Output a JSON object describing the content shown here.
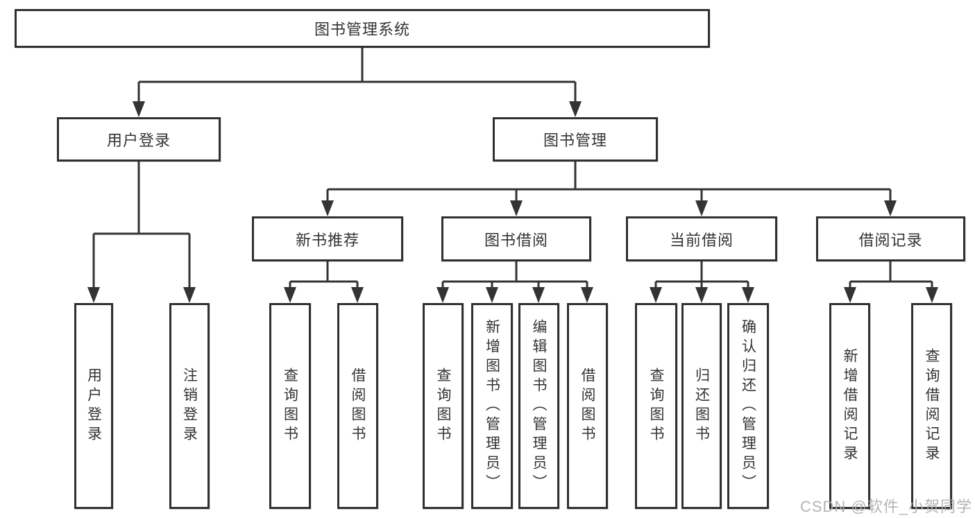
{
  "nodes": {
    "root": "图书管理系统",
    "user_login": "用户登录",
    "book_mgmt": "图书管理",
    "new_books": "新书推荐",
    "book_borrow": "图书借阅",
    "current_borrow": "当前借阅",
    "borrow_records": "借阅记录",
    "ul_login": "用户登录",
    "ul_logout": "注销登录",
    "nb_query": "查询图书",
    "nb_borrow": "借阅图书",
    "bb_query": "查询图书",
    "bb_add": "新增图书（管理员）",
    "bb_edit": "编辑图书（管理员）",
    "bb_borrow": "借阅图书",
    "cb_query": "查询图书",
    "cb_return": "归还图书",
    "cb_confirm": "确认归还（管理员）",
    "br_add": "新增借阅记录",
    "br_query": "查询借阅记录"
  },
  "edges": [
    [
      "图书管理系统",
      "用户登录"
    ],
    [
      "图书管理系统",
      "图书管理"
    ],
    [
      "用户登录",
      "用户登录"
    ],
    [
      "用户登录",
      "注销登录"
    ],
    [
      "图书管理",
      "新书推荐"
    ],
    [
      "图书管理",
      "图书借阅"
    ],
    [
      "图书管理",
      "当前借阅"
    ],
    [
      "图书管理",
      "借阅记录"
    ],
    [
      "新书推荐",
      "查询图书"
    ],
    [
      "新书推荐",
      "借阅图书"
    ],
    [
      "图书借阅",
      "查询图书"
    ],
    [
      "图书借阅",
      "新增图书（管理员）"
    ],
    [
      "图书借阅",
      "编辑图书（管理员）"
    ],
    [
      "图书借阅",
      "借阅图书"
    ],
    [
      "当前借阅",
      "查询图书"
    ],
    [
      "当前借阅",
      "归还图书"
    ],
    [
      "当前借阅",
      "确认归还（管理员）"
    ],
    [
      "借阅记录",
      "新增借阅记录"
    ],
    [
      "借阅记录",
      "查询借阅记录"
    ]
  ],
  "watermark": {
    "text": "CSDN @软件_小贺同学"
  },
  "colors": {
    "line": "#333333",
    "box_border": "#303030",
    "text": "#333333",
    "background": "#ffffff",
    "watermark": "#b2acac"
  }
}
